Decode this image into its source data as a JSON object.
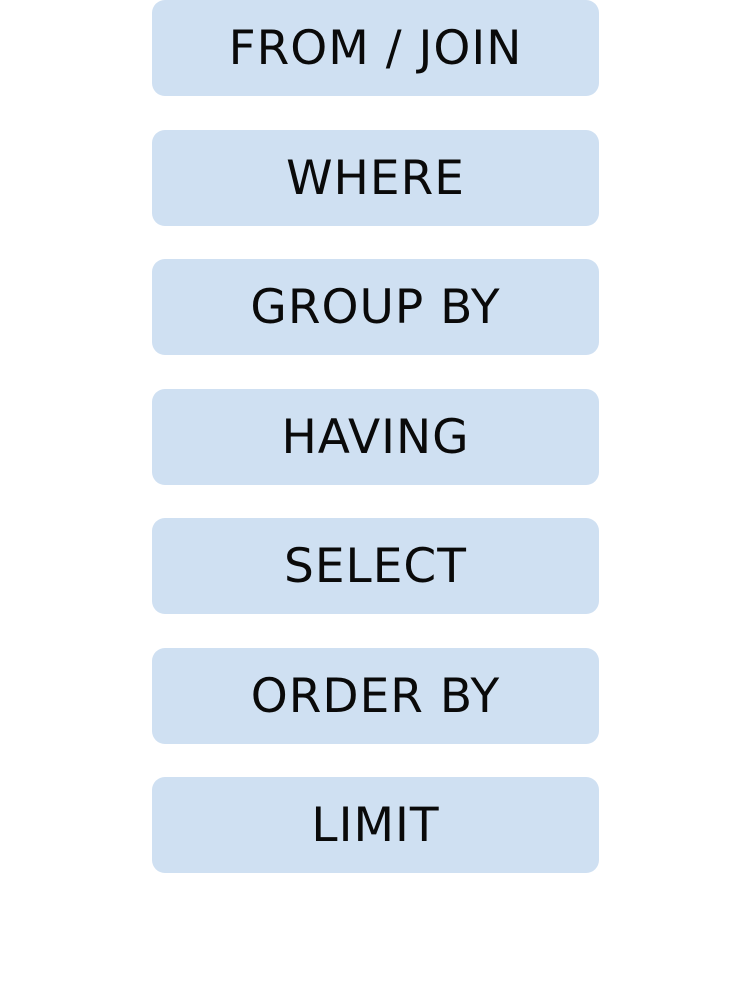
{
  "colors": {
    "step_fill": "#cfe0f2",
    "text": "#0a0a0a",
    "background": "#ffffff"
  },
  "steps": [
    {
      "label": "FROM / JOIN"
    },
    {
      "label": "WHERE"
    },
    {
      "label": "GROUP BY"
    },
    {
      "label": "HAVING"
    },
    {
      "label": "SELECT"
    },
    {
      "label": "ORDER BY"
    },
    {
      "label": "LIMIT"
    }
  ]
}
